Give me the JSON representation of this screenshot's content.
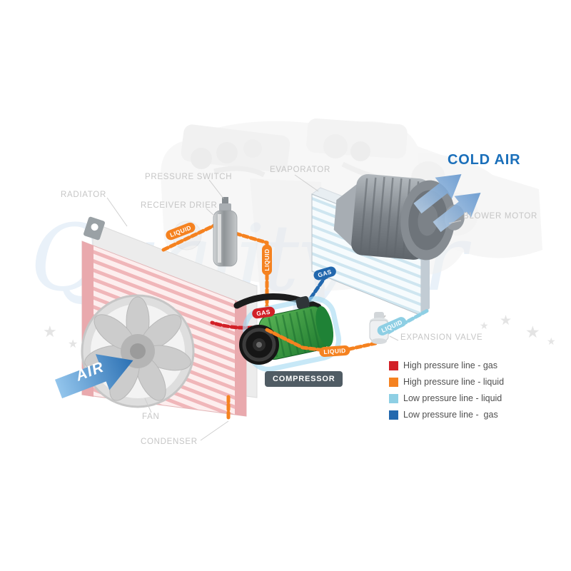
{
  "watermark": {
    "text": "Qualityair"
  },
  "component_labels": {
    "radiator": "RADIATOR",
    "pressure_switch": "PRESSURE SWITCH",
    "receiver_drier": "RECEIVER DRIER",
    "evaporator": "EVAPORATOR",
    "blower_motor": "BLOWER MOTOR",
    "expansion_valve": "EXPANSION VALVE",
    "compressor": "COMPRESSOR",
    "fan": "FAN",
    "condenser": "CONDENSER"
  },
  "airflow": {
    "air_in": "AIR",
    "cold_air": "COLD AIR"
  },
  "pipes": {
    "pills": [
      {
        "text": "LIQUID",
        "color": "#f58220"
      },
      {
        "text": "LIQUID",
        "color": "#f58220"
      },
      {
        "text": "GAS",
        "color": "#d22027"
      },
      {
        "text": "GAS",
        "color": "#2268ae"
      },
      {
        "text": "LIQUID",
        "color": "#8ecfe4"
      },
      {
        "text": "LIQUID",
        "color": "#f58220"
      }
    ],
    "colors": {
      "high_pressure_gas": "#d22027",
      "high_pressure_liquid": "#f58220",
      "low_pressure_liquid": "#8ecfe4",
      "low_pressure_gas": "#2268ae"
    }
  },
  "legend": {
    "items": [
      {
        "label": "High pressure line - gas",
        "color": "#d22027"
      },
      {
        "label": "High pressure line - liquid",
        "color": "#f58220"
      },
      {
        "label": "Low pressure line - liquid",
        "color": "#8ecfe4"
      },
      {
        "label": "Low pressure line -  gas",
        "color": "#2268ae"
      }
    ]
  }
}
